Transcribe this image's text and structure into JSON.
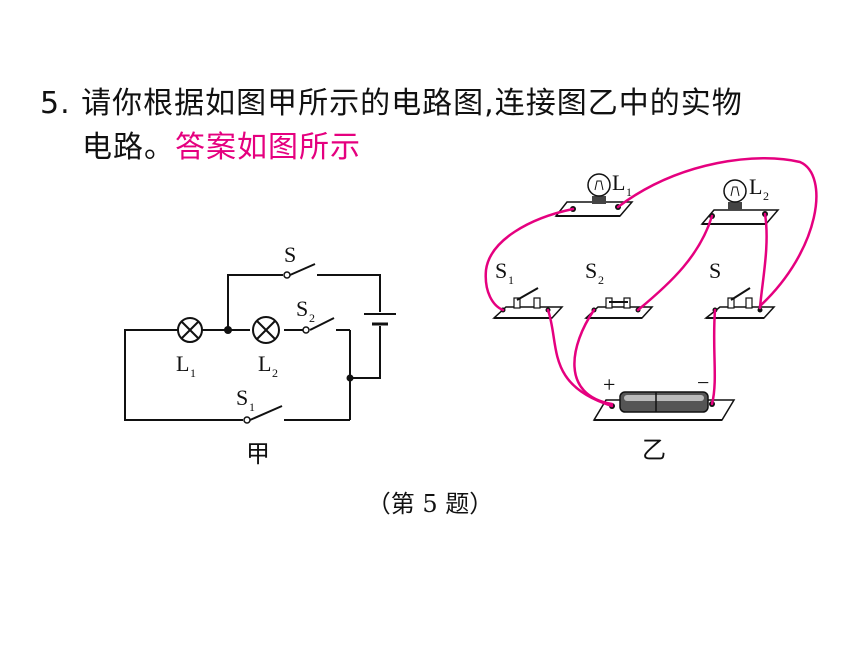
{
  "question": {
    "number": "5.",
    "line1": "请你根据如图甲所示的电路图,连接图乙中的实物",
    "line2": "电路。",
    "answer": "答案如图所示"
  },
  "diagram_a": {
    "name": "甲",
    "components": [
      {
        "symbol": "L",
        "subscript": "1"
      },
      {
        "symbol": "L",
        "subscript": "2"
      },
      {
        "symbol": "S",
        "subscript": ""
      },
      {
        "symbol": "S",
        "subscript": "2"
      },
      {
        "symbol": "S",
        "subscript": "1"
      }
    ]
  },
  "diagram_b": {
    "name": "乙",
    "lamp1": {
      "symbol": "L",
      "subscript": "1"
    },
    "lamp2": {
      "symbol": "L",
      "subscript": "2"
    },
    "switches": [
      {
        "symbol": "S",
        "subscript": "1"
      },
      {
        "symbol": "S",
        "subscript": "2"
      },
      {
        "symbol": "S",
        "subscript": ""
      }
    ],
    "battery_plus": "+",
    "battery_minus": "−",
    "wire_color": "#e5007f"
  },
  "caption": "（第 5 题）"
}
